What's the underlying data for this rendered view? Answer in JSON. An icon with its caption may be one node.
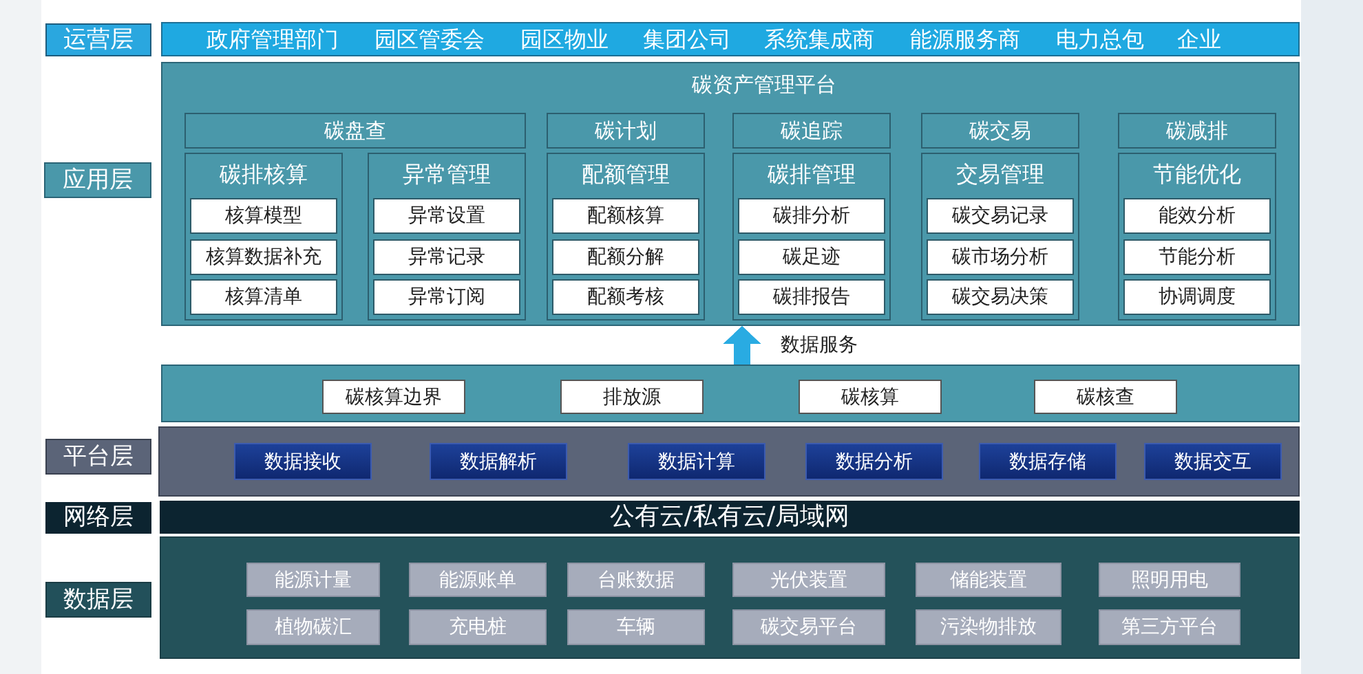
{
  "diagram": {
    "nodes": [
      {
        "text": [
          "运营层"
        ]
      },
      {
        "text": [
          "政府管理部门",
          "园区管委会",
          "园区物业",
          "集团公司",
          "系统集成商",
          "能源服务商",
          "电力总包",
          "企业"
        ]
      },
      {
        "text": [
          "应用层"
        ]
      },
      {
        "text": [
          "碳资产管理平台"
        ]
      },
      {
        "text": [
          "碳盘查"
        ],
        "in": 3
      },
      {
        "text": [
          "碳计划"
        ],
        "in": 3
      },
      {
        "text": [
          "碳追踪"
        ],
        "in": 3
      },
      {
        "text": [
          "碳交易"
        ],
        "in": 3
      },
      {
        "text": [
          "碳减排"
        ],
        "in": 3
      },
      {
        "text": [
          "碳排核算"
        ],
        "in": 3
      },
      {
        "text": [
          "核算模型"
        ],
        "in": 9
      },
      {
        "text": [
          "核算数据补充"
        ],
        "in": 9
      },
      {
        "text": [
          "核算清单"
        ],
        "in": 9
      },
      {
        "text": [
          "异常管理"
        ],
        "in": 3
      },
      {
        "text": [
          "异常设置"
        ],
        "in": 13
      },
      {
        "text": [
          "异常记录"
        ],
        "in": 13
      },
      {
        "text": [
          "异常订阅"
        ],
        "in": 13
      },
      {
        "text": [
          "配额管理"
        ],
        "in": 3
      },
      {
        "text": [
          "配额核算"
        ],
        "in": 17
      },
      {
        "text": [
          "配额分解"
        ],
        "in": 17
      },
      {
        "text": [
          "配额考核"
        ],
        "in": 17
      },
      {
        "text": [
          "碳排管理"
        ],
        "in": 3
      },
      {
        "text": [
          "碳排分析"
        ],
        "in": 21
      },
      {
        "text": [
          "碳足迹"
        ],
        "in": 21
      },
      {
        "text": [
          "碳排报告"
        ],
        "in": 21
      },
      {
        "text": [
          "交易管理"
        ],
        "in": 3
      },
      {
        "text": [
          "碳交易记录"
        ],
        "in": 25
      },
      {
        "text": [
          "碳市场分析"
        ],
        "in": 25
      },
      {
        "text": [
          "碳交易决策"
        ],
        "in": 25
      },
      {
        "text": [
          "节能优化"
        ],
        "in": 3
      },
      {
        "text": [
          "能效分析"
        ],
        "in": 29
      },
      {
        "text": [
          "节能分析"
        ],
        "in": 29
      },
      {
        "text": [
          "协调调度"
        ],
        "in": 29
      },
      {
        "text": [],
        "shape": "box"
      },
      {
        "text": [
          "碳核算边界"
        ],
        "in": 33
      },
      {
        "text": [
          "排放源"
        ],
        "in": 33
      },
      {
        "text": [
          "碳核算"
        ],
        "in": 33
      },
      {
        "text": [
          "碳核查"
        ],
        "in": 33
      },
      {
        "text": [
          "平台层"
        ]
      },
      {
        "text": [],
        "shape": "box"
      },
      {
        "text": [
          "数据接收"
        ],
        "in": 39
      },
      {
        "text": [
          "数据解析"
        ],
        "in": 39
      },
      {
        "text": [
          "数据计算"
        ],
        "in": 39
      },
      {
        "text": [
          "数据分析"
        ],
        "in": 39
      },
      {
        "text": [
          "数据存储"
        ],
        "in": 39
      },
      {
        "text": [
          "数据交互"
        ],
        "in": 39
      },
      {
        "text": [
          "网络层"
        ]
      },
      {
        "text": [
          "公有云/私有云/局域网"
        ]
      },
      {
        "text": [
          "数据层"
        ]
      },
      {
        "text": [],
        "shape": "box"
      },
      {
        "text": [
          "能源计量"
        ],
        "in": 49
      },
      {
        "text": [
          "能源账单"
        ],
        "in": 49
      },
      {
        "text": [
          "台账数据"
        ],
        "in": 49
      },
      {
        "text": [
          "光伏装置"
        ],
        "in": 49
      },
      {
        "text": [
          "储能装置"
        ],
        "in": 49
      },
      {
        "text": [
          "照明用电"
        ],
        "in": 49
      },
      {
        "text": [
          "植物碳汇"
        ],
        "in": 49
      },
      {
        "text": [
          "充电桩"
        ],
        "in": 49
      },
      {
        "text": [
          "车辆"
        ],
        "in": 49
      },
      {
        "text": [
          "碳交易平台"
        ],
        "in": 49
      },
      {
        "text": [
          "污染物排放"
        ],
        "in": 49
      },
      {
        "text": [
          "第三方平台"
        ],
        "in": 49
      }
    ],
    "edges": [
      {
        "from": 33,
        "to": 3,
        "arrow": "to",
        "label": "数据服务",
        "color": "#29abe2"
      }
    ]
  }
}
